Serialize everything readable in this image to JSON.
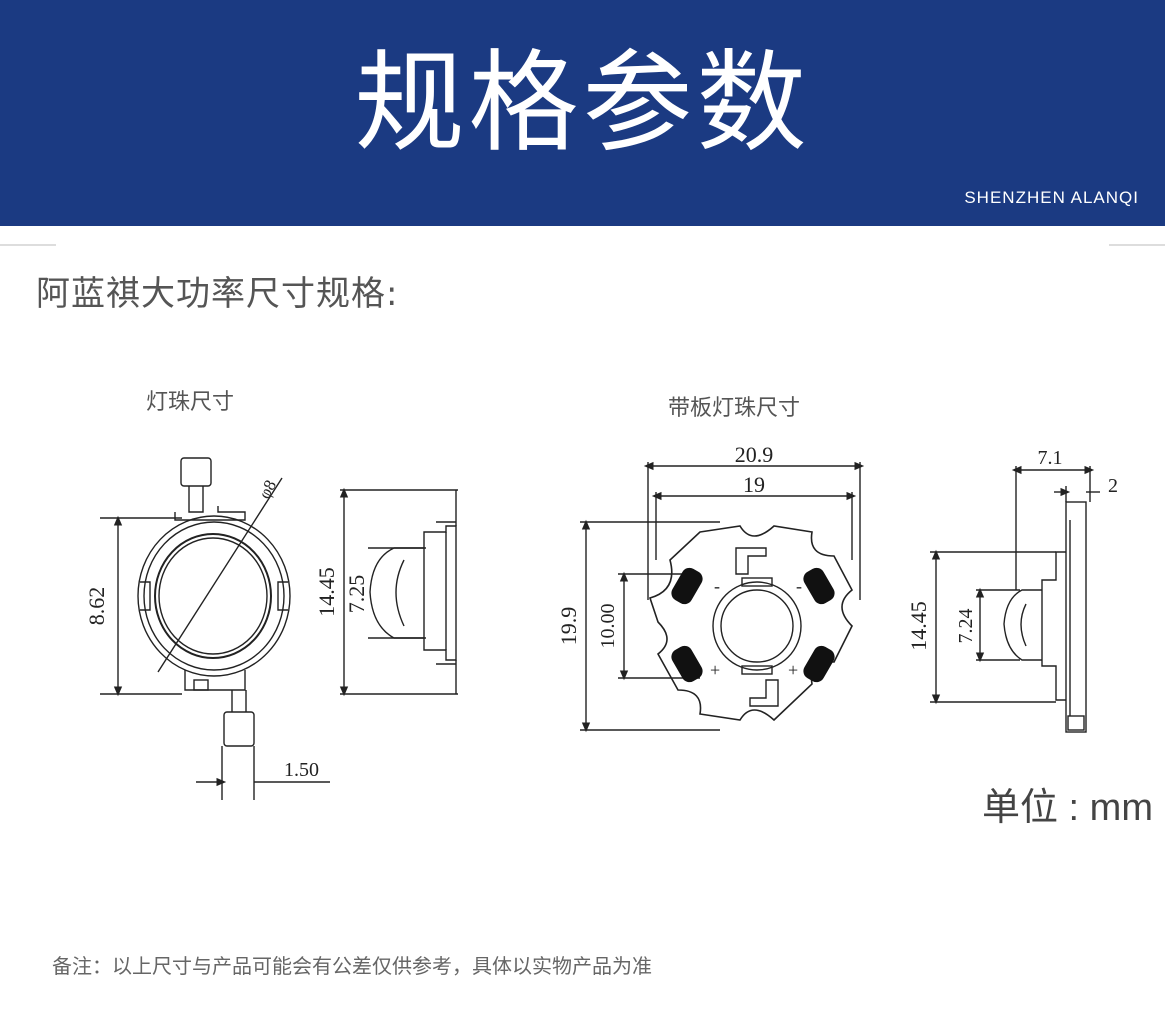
{
  "header": {
    "title": "规格参数",
    "subtitle": "SHENZHEN ALANQI"
  },
  "section_heading": "阿蓝祺大功率尺寸规格:",
  "diagrams": {
    "bead": {
      "caption": "灯珠尺寸",
      "dims": {
        "diameter": "φ8",
        "height": "8.62",
        "length": "14.45",
        "lens": "7.25",
        "lead_width": "1.50"
      }
    },
    "board": {
      "caption": "带板灯珠尺寸",
      "dims": {
        "outer_width": "20.9",
        "inner_width": "19",
        "height": "19.9",
        "pad_spacing": "10.00",
        "side_width": "7.1",
        "thickness": "2",
        "length": "14.45",
        "lens": "7.24"
      },
      "polarity": {
        "minus": "-",
        "plus": "+"
      }
    }
  },
  "unit_label": "单位 : mm",
  "footnote": "备注：以上尺寸与产品可能会有公差仅供参考，具体以实物产品为准"
}
